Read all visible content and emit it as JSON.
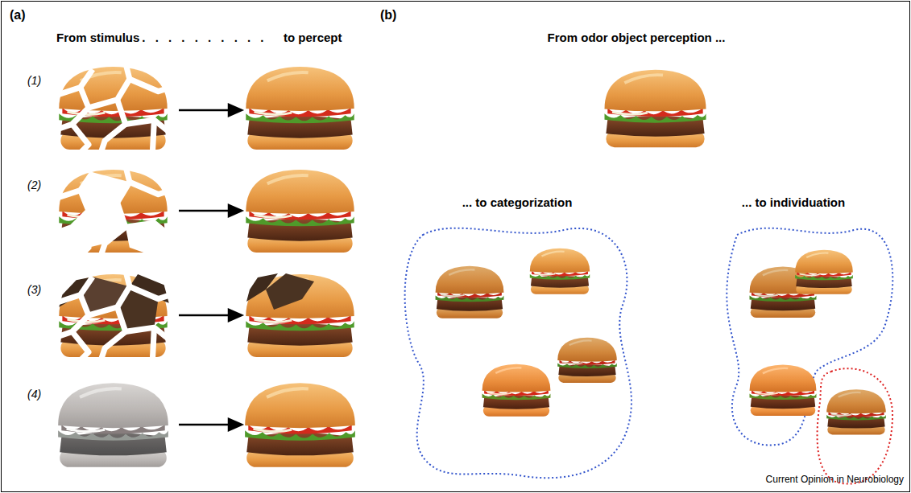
{
  "diagram": {
    "labels": [
      "(a)",
      "From stimulus",
      ". . . . . . . . . . .",
      "to percept",
      "(1)",
      "(2)",
      "(3)",
      "(4)",
      "(b)",
      "From odor object perception ...",
      "... to categorization",
      "... to individuation",
      "Current Opinion in Neurobiology"
    ]
  }
}
